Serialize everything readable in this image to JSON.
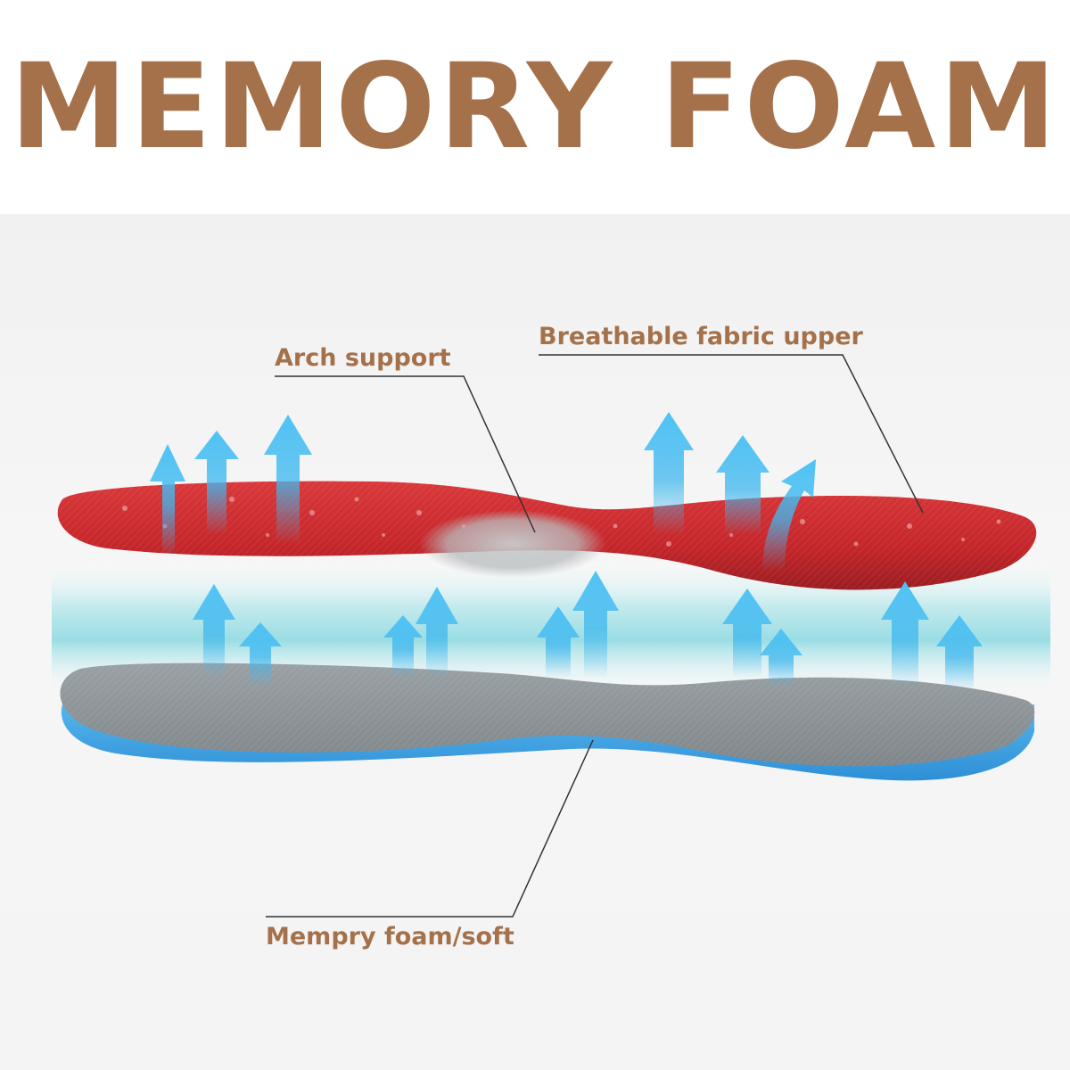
{
  "header": {
    "title": "MEMORY FOAM"
  },
  "callouts": {
    "arch_support": "Arch support",
    "fabric_upper": "Breathable fabric upper",
    "memory_foam": "Mempry foam/soft"
  },
  "colors": {
    "text_brown": "#a5714a",
    "insole_top_red": "#c8282c",
    "insole_top_red_dark": "#8f1c20",
    "insole_bottom_gray": "#8e9599",
    "foam_blue": "#3ea6e6",
    "air_arrow_blue": "#3fb7ee",
    "leader_line": "#333333"
  },
  "icons": {
    "airflow_arrows": "upward-airflow-arrow-icon"
  }
}
